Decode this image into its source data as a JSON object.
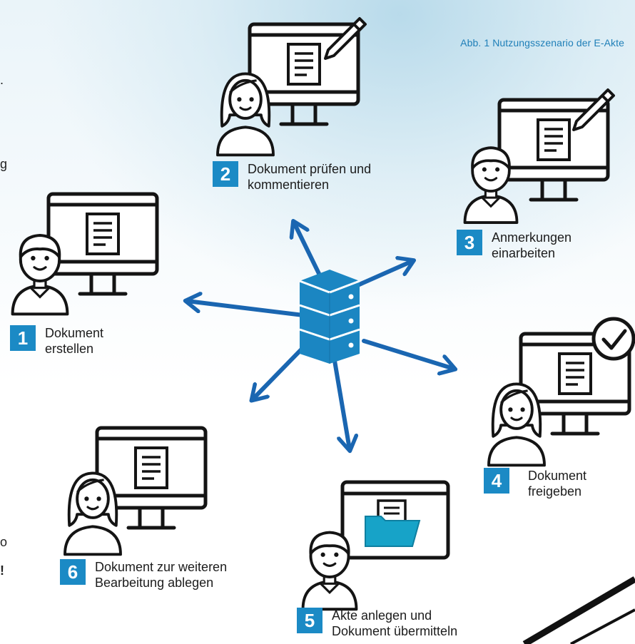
{
  "caption": "Abb. 1  Nutzungsszenario der E-Akte",
  "steps": [
    {
      "number": "1",
      "line1": "Dokument",
      "line2": "erstellen"
    },
    {
      "number": "2",
      "line1": "Dokument prüfen und",
      "line2": "kommentieren"
    },
    {
      "number": "3",
      "line1": "Anmerkungen",
      "line2": "einarbeiten"
    },
    {
      "number": "4",
      "line1": "Dokument",
      "line2": "freigeben"
    },
    {
      "number": "5",
      "line1": "Akte anlegen und",
      "line2": "Dokument übermitteln"
    },
    {
      "number": "6",
      "line1": "Dokument zur weiteren",
      "line2": "Bearbeitung ablegen"
    }
  ],
  "fragments": [
    ".",
    "g",
    "o",
    "!"
  ],
  "colors": {
    "accent": "#1b8ac5",
    "arrow": "#1a66b1",
    "server": "#1b86c2",
    "folder": "#17a3c8",
    "stroke": "#141414"
  },
  "icons": [
    "database-icon",
    "computer-icon",
    "person-icon",
    "document-icon",
    "pen-icon",
    "checkmark-icon",
    "folder-icon"
  ]
}
